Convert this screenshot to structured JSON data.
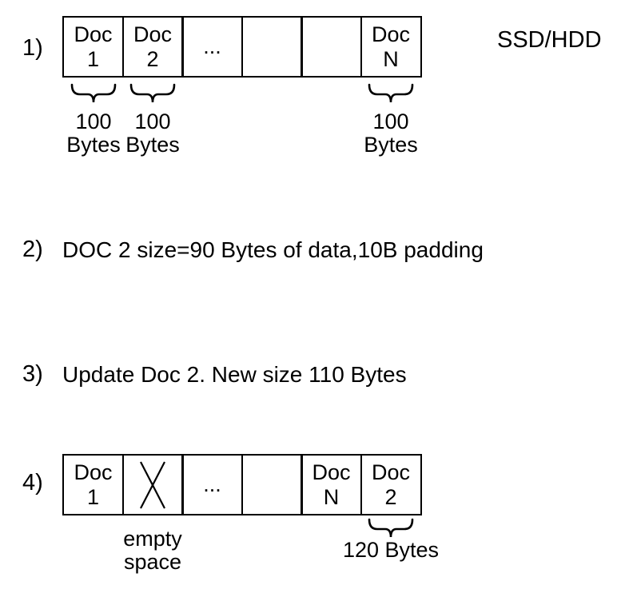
{
  "steps": {
    "step1": {
      "label": "1)",
      "cells": [
        "Doc\n1",
        "Doc\n2",
        "...",
        "",
        "",
        "Doc\nN"
      ],
      "storage_label": "SSD/HDD",
      "size_labels": [
        "100\nBytes",
        "100\nBytes",
        "100\nBytes"
      ]
    },
    "step2": {
      "label": "2)",
      "text": "DOC 2 size=90 Bytes of data,10B padding"
    },
    "step3": {
      "label": "3)",
      "text": "Update Doc 2. New size 110 Bytes"
    },
    "step4": {
      "label": "4)",
      "cells": [
        "Doc\n1",
        "",
        "...",
        "",
        "Doc\nN",
        "Doc\n2"
      ],
      "crossed_cell_icon": "x-cross-icon",
      "empty_label": "empty\nspace",
      "size_label": "120 Bytes"
    }
  },
  "colors": {
    "ink": "#000000",
    "background": "#ffffff"
  }
}
